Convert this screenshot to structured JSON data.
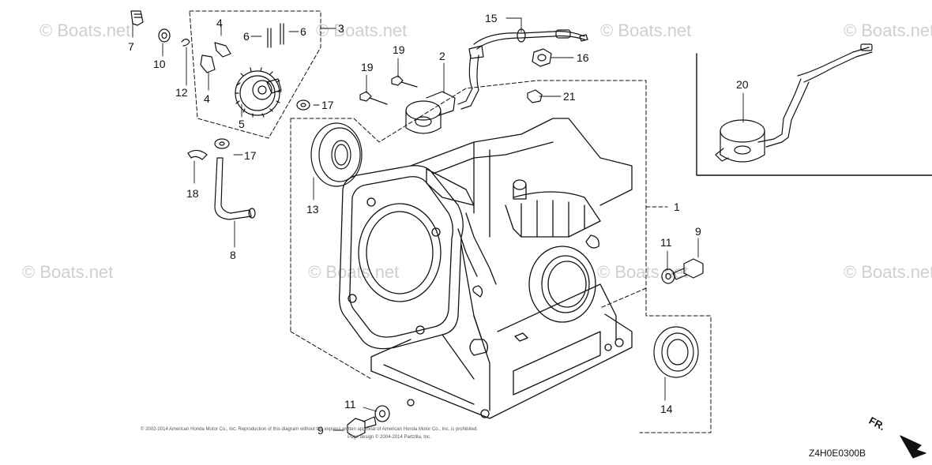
{
  "watermarks": [
    "© Boats.net",
    "© Boats.net",
    "© Boats.net",
    "© Boats.net",
    "© Boats.net",
    "© Boats.net",
    "© Boats.net",
    "© Boats.net"
  ],
  "part_labels": {
    "p1": "1",
    "p2": "2",
    "p3": "3",
    "p4a": "4",
    "p4b": "4",
    "p5": "5",
    "p6a": "6",
    "p6b": "6",
    "p7": "7",
    "p8": "8",
    "p9a": "9",
    "p9b": "9",
    "p10": "10",
    "p11a": "11",
    "p11b": "11",
    "p12": "12",
    "p13": "13",
    "p14": "14",
    "p15": "15",
    "p16": "16",
    "p17a": "17",
    "p17b": "17",
    "p18": "18",
    "p19a": "19",
    "p19b": "19",
    "p20": "20",
    "p21": "21"
  },
  "copyright_line1": "© 2002-2014 American Honda Motor Co., Inc. Reproduction of this diagram without the express written approval of American Honda Motor Co., Inc. is prohibited.",
  "copyright_line2": "Page design © 2004-2014 Partzilla, Inc.",
  "diagram_code": "Z4H0E0300B",
  "front_marker": "FR.",
  "colors": {
    "line": "#111111",
    "watermark": "#cfcfcf",
    "background": "#ffffff"
  }
}
